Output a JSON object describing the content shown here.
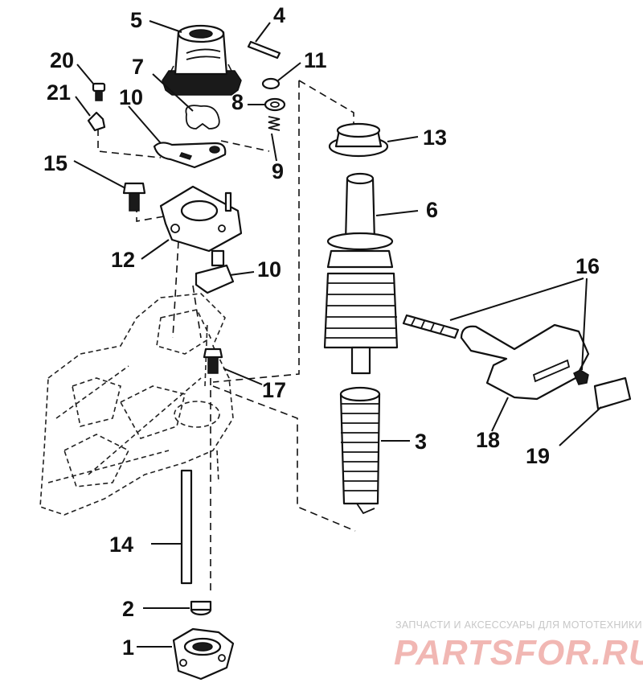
{
  "callouts": {
    "c1": "1",
    "c2": "2",
    "c3": "3",
    "c4": "4",
    "c5": "5",
    "c6": "6",
    "c7": "7",
    "c8": "8",
    "c9": "9",
    "c10a": "10",
    "c10b": "10",
    "c11": "11",
    "c12": "12",
    "c13": "13",
    "c14": "14",
    "c15": "15",
    "c16": "16",
    "c17": "17",
    "c18": "18",
    "c19": "19",
    "c20": "20",
    "c21": "21"
  },
  "watermark": {
    "tagline": "ЗАПЧАСТИ И АКСЕССУАРЫ ДЛЯ МОТОТЕХНИКИ",
    "brand": "PARTSFOR.RU"
  },
  "colors": {
    "ink": "#111111",
    "watermark_brand": "#f1b7b3",
    "watermark_tag": "#c7c7c7"
  }
}
